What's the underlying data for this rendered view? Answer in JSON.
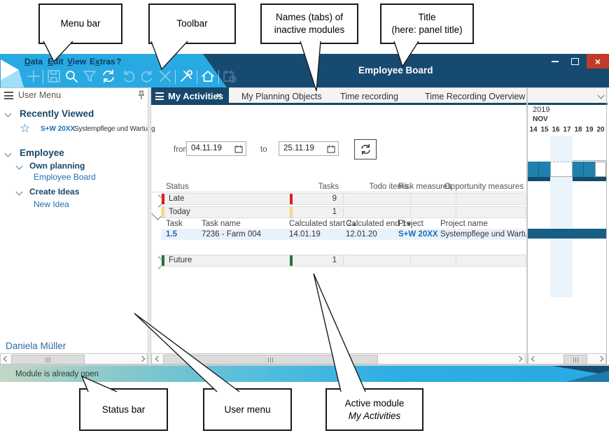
{
  "callouts": {
    "menu_bar": "Menu bar",
    "toolbar": "Toolbar",
    "inactive_tabs_1": "Names (tabs) of",
    "inactive_tabs_2": "inactive modules",
    "title_1": "Title",
    "title_2": "(here: panel title)",
    "status_bar": "Status bar",
    "user_menu": "User menu",
    "active_module_1": "Active module",
    "active_module_2": "My Activities"
  },
  "window": {
    "title": "Employee Board",
    "menu": [
      {
        "pre": "",
        "u": "D",
        "rest": "ata"
      },
      {
        "pre": "",
        "u": "E",
        "rest": "dit"
      },
      {
        "pre": "",
        "u": "V",
        "rest": "iew"
      },
      {
        "pre": "E",
        "u": "x",
        "rest": "tras"
      },
      {
        "pre": "",
        "u": "",
        "rest": "?"
      }
    ],
    "close_glyph": "×"
  },
  "tabs": {
    "active": "My Activities",
    "close_glyph": "×",
    "inactive": [
      {
        "label": "My Planning Objects"
      },
      {
        "label": "Time recording"
      },
      {
        "label": "Time Recording Overview"
      }
    ]
  },
  "sidebar": {
    "header": "User Menu",
    "recently_viewed": {
      "title": "Recently Viewed",
      "item": {
        "star": "☆",
        "code": "S+W 20XX",
        "name": "Systempflege und Wartung"
      }
    },
    "employee": {
      "title": "Employee",
      "groups": [
        {
          "title": "Own planning",
          "link": "Employee Board"
        },
        {
          "title": "Create Ideas",
          "link": "New Idea"
        }
      ]
    },
    "user": "Daniela Müller"
  },
  "main": {
    "filter": {
      "from_label": "from",
      "from_value": "04.11.19",
      "to_label": "to",
      "to_value": "25.11.19"
    },
    "table": {
      "columns": [
        "Status",
        "Tasks",
        "Todo items",
        "Risk measures",
        "Opportunity measures"
      ],
      "groups": [
        {
          "status": "Late",
          "tasks": "9",
          "color": "#E11D1D",
          "expanded": false
        },
        {
          "status": "Today",
          "tasks": "1",
          "color": "#F2D881",
          "expanded": true
        },
        {
          "status": "Future",
          "tasks": "1",
          "color": "#1B7A3F",
          "expanded": false
        }
      ],
      "task_columns": [
        {
          "label": "Task"
        },
        {
          "label": "Task name"
        },
        {
          "label": "Calculated start",
          "sort_order": "2",
          "sort_icon": "▲"
        },
        {
          "label": "Calculated end",
          "sort_order": "1",
          "sort_icon": "▼"
        },
        {
          "label": "Project"
        },
        {
          "label": "Project name"
        }
      ],
      "task_row": {
        "task": "1.5",
        "task_name": "7236 - Farm 004",
        "calculated_start": "14.01.19",
        "calculated_end": "12.01.20",
        "project": "S+W 20XX",
        "project_name": "Systempflege und Wartung"
      }
    }
  },
  "gantt": {
    "year": "2019",
    "month": "NOV",
    "days": [
      "14",
      "15",
      "16",
      "17",
      "18",
      "19",
      "20"
    ],
    "capacity_filled_days": [
      "14",
      "15",
      "18",
      "19"
    ],
    "capacity_empty_days": [
      "16",
      "17",
      "20"
    ],
    "weekend_days": [
      "16",
      "17"
    ],
    "task_bar": {
      "for_task": "1.5",
      "full_width": true
    }
  },
  "status_message": "Module is already open",
  "colors": {
    "accent_light_blue": "#29A9E1",
    "navy": "#174A70",
    "tab_navy": "#17476B",
    "close_red": "#C13B2A",
    "link_blue": "#1B6FB5",
    "late_red": "#E11D1D",
    "today_yellow": "#F2D881",
    "future_green": "#1B7A3F",
    "gantt_teal": "#1F81AD",
    "gantt_dark": "#114B6E",
    "weekend_band": "#EBF4FB",
    "selected_row": "#E9F2FB"
  }
}
